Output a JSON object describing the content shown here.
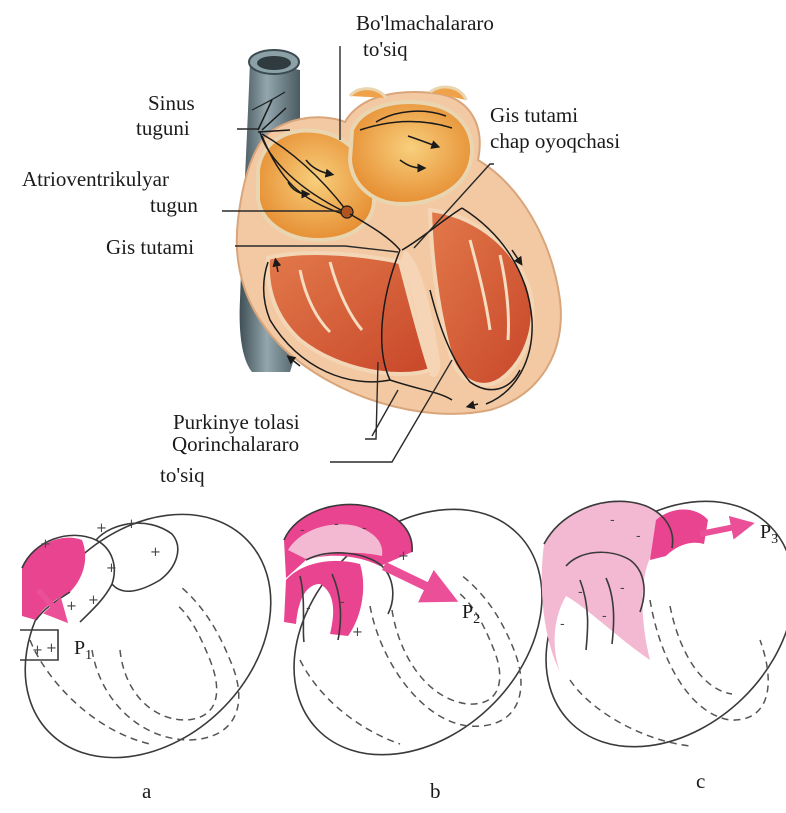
{
  "heart": {
    "labels": {
      "septum_atria_line1": "Bo'lmachalararo",
      "septum_atria_line2": "to'siq",
      "sinus_line1": "Sinus",
      "sinus_line2": "tuguni",
      "av_line1": "Atrioventrikulyar",
      "av_line2": "tugun",
      "his": "Gis tutami",
      "his_left_line1": "Gis tutami",
      "his_left_line2": "chap oyoqchasi",
      "purkinje": "Purkinye tolasi",
      "septum_vent_line1": "Qorinchalararo",
      "septum_vent_line2": "to'siq"
    }
  },
  "panels": [
    {
      "id": "a",
      "caption": "a",
      "vector": "P",
      "vector_sub": "1"
    },
    {
      "id": "b",
      "caption": "b",
      "vector": "P",
      "vector_sub": "2"
    },
    {
      "id": "c",
      "caption": "c",
      "vector": "P",
      "vector_sub": "3"
    }
  ],
  "colors": {
    "depolarized": "#e8448f",
    "depolarized_light": "#f3b9d2",
    "arrow": "#ea4f98",
    "vein": "#55686f",
    "heart_wall": "#f3c9a3",
    "atria": "#f0a24a",
    "ventricle": "#d65a35"
  }
}
